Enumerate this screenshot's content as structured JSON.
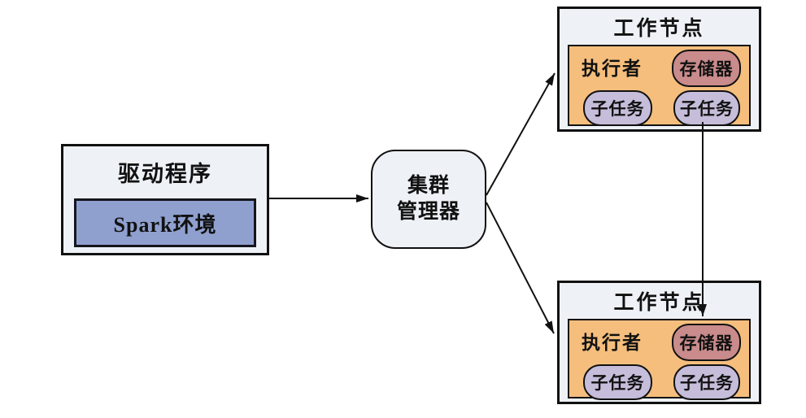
{
  "diagram": {
    "type": "architecture-flow",
    "topic": "Spark cluster architecture"
  },
  "colors": {
    "node_fill": "#eef1f6",
    "border": "#111111",
    "spark_fill": "#8fa0cf",
    "executor_fill": "#f5be7d",
    "storage_fill": "#c98b8b",
    "task_fill": "#c5bdd9",
    "arrow": "#111111"
  },
  "driver": {
    "title": "驱动程序",
    "inner_label": "Spark环境"
  },
  "cluster_manager": {
    "line1": "集群",
    "line2": "管理器"
  },
  "workers": [
    {
      "title": "工作节点",
      "executor_label": "执行者",
      "storage_label": "存储器",
      "tasks": [
        "子任务",
        "子任务"
      ]
    },
    {
      "title": "工作节点",
      "executor_label": "执行者",
      "storage_label": "存储器",
      "tasks": [
        "子任务",
        "子任务"
      ]
    }
  ],
  "edges": [
    {
      "from": "driver",
      "to": "cluster-manager"
    },
    {
      "from": "cluster-manager",
      "to": "worker-top"
    },
    {
      "from": "cluster-manager",
      "to": "worker-bottom"
    },
    {
      "from": "worker-top-task",
      "to": "worker-bottom-storage"
    }
  ]
}
